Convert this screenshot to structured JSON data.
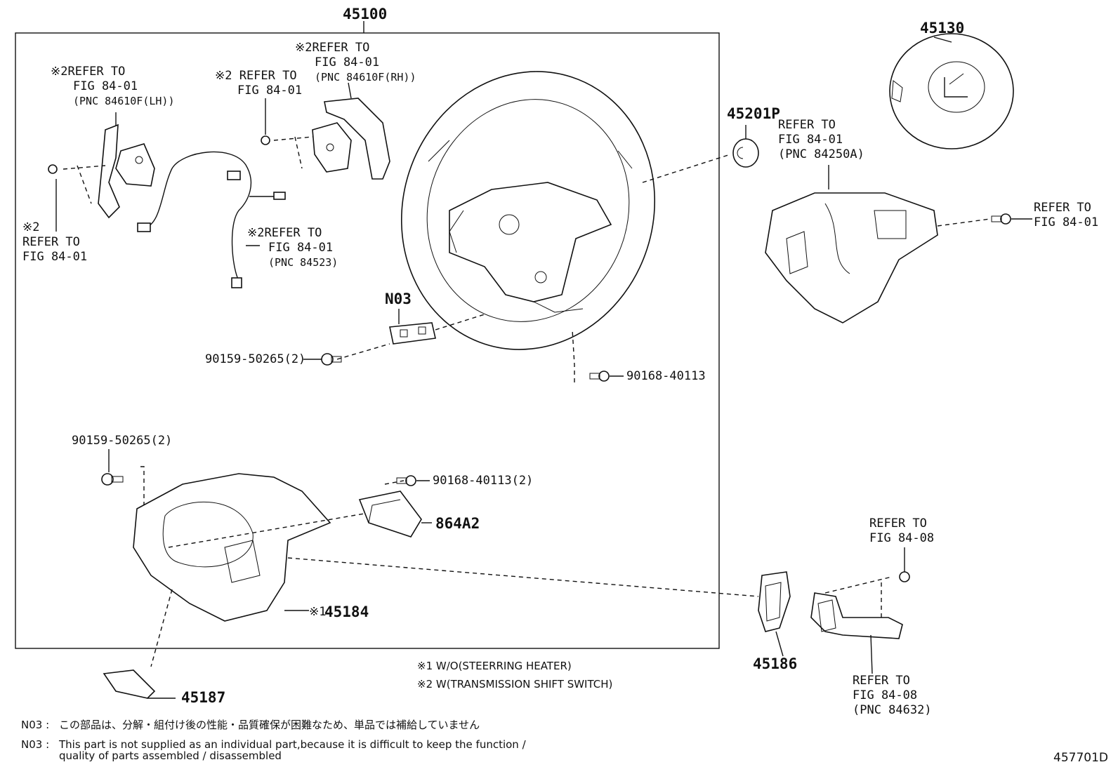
{
  "assembly_number": "45100",
  "parts": {
    "airbag": "45130",
    "cap": "45201P",
    "n03": "N03",
    "lower_cover": "45184",
    "lower_cover_mark": "※1",
    "cover_45186": "45186",
    "cover_45187": "45187",
    "module_864a2": "864A2",
    "bolt_a": "90159-50265(2)",
    "bolt_b": "90159-50265(2)",
    "screw_a": "90168-40113",
    "screw_b": "90168-40113(2)"
  },
  "refs": {
    "lh_paddle": [
      "※2REFER TO",
      "FIG 84-01",
      "(PNC 84610F(LH))"
    ],
    "screw_top": [
      "※2 REFER TO",
      "FIG 84-01"
    ],
    "rh_paddle": [
      "※2REFER TO",
      "FIG 84-01",
      "(PNC 84610F(RH))"
    ],
    "left_bolt": [
      "※2",
      "REFER TO",
      "FIG 84-01"
    ],
    "harness": [
      "※2REFER TO",
      "FIG 84-01",
      "(PNC 84523)"
    ],
    "switch_pad": [
      "REFER TO",
      "FIG 84-01",
      "(PNC 84250A)"
    ],
    "right_screw": [
      "REFER TO",
      "FIG 84-01"
    ],
    "combo_screw": [
      "REFER TO",
      "FIG 84-08"
    ],
    "combo_switch": [
      "REFER TO",
      "FIG 84-08",
      "(PNC 84632)"
    ]
  },
  "legend": {
    "note1": "※1 W/O(STEERRING HEATER)",
    "note2": "※2 W(TRANSMISSION SHIFT SWITCH)"
  },
  "footnotes": {
    "jp_label": "N03 :",
    "jp_text": "この部品は、分解・組付け後の性能・品質確保が困難なため、単品では補給していません",
    "en_label": "N03 :",
    "en_line1": "This part is not supplied as an individual part,because it is difficult to keep the function /",
    "en_line2": "quality of parts assembled / disassembled"
  },
  "figure_code": "457701D"
}
